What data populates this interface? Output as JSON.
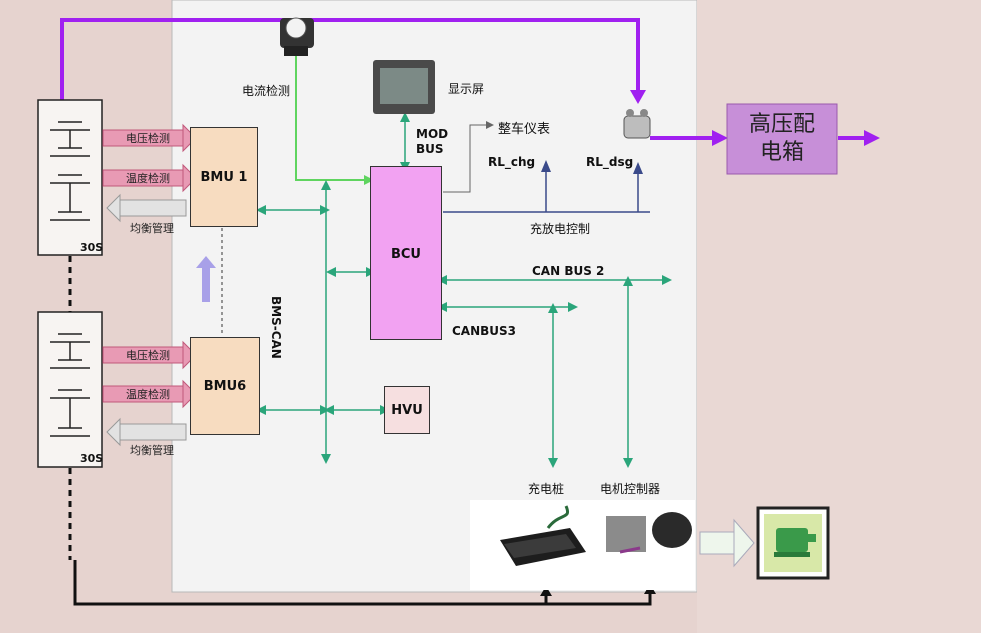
{
  "labels": {
    "current_detect": "电流检测",
    "display": "显示屏",
    "vehicle_meter": "整车仪表",
    "mod_bus": "MOD\nBUS",
    "rl_chg": "RL_chg",
    "rl_dsg": "RL_dsg",
    "hv_box": "高压配\n电箱",
    "charge_discharge_control": "充放电控制",
    "can_bus2": "CAN BUS 2",
    "canbus3": "CANBUS3",
    "bms_can": "BMS-CAN",
    "charger": "充电桩",
    "motor_controller": "电机控制器",
    "bmu1": "BMU 1",
    "bmu6": "BMU6",
    "bcu": "BCU",
    "hvu": "HVU",
    "pack1_count": "30S",
    "pack6_count": "30S",
    "bmu1_voltage": "电压检测",
    "bmu1_temp": "温度检测",
    "bmu1_balance": "均衡管理",
    "bmu6_voltage": "电压检测",
    "bmu6_temp": "温度检测",
    "bmu6_balance": "均衡管理"
  },
  "colors": {
    "background": "#e6d3cf",
    "panel": "#f3f3f3",
    "bmu_fill": "#f7dcc0",
    "bcu_fill": "#f2a2f2",
    "hvu_fill": "#f6dfe0",
    "hv_box_fill": "#c78fd8",
    "power_line": "#a020f0",
    "bus_line": "#2aa57a",
    "sense_arrow": "#e8a0b8",
    "balance_arrow": "#cfcfcf",
    "control_line": "#3a4a8a",
    "current_line": "#5fd45f"
  },
  "icons": [
    "current-sensor-icon",
    "display-screen-icon",
    "contactor-icon",
    "charger-icon",
    "motor-controller-icon",
    "motor-icon"
  ]
}
